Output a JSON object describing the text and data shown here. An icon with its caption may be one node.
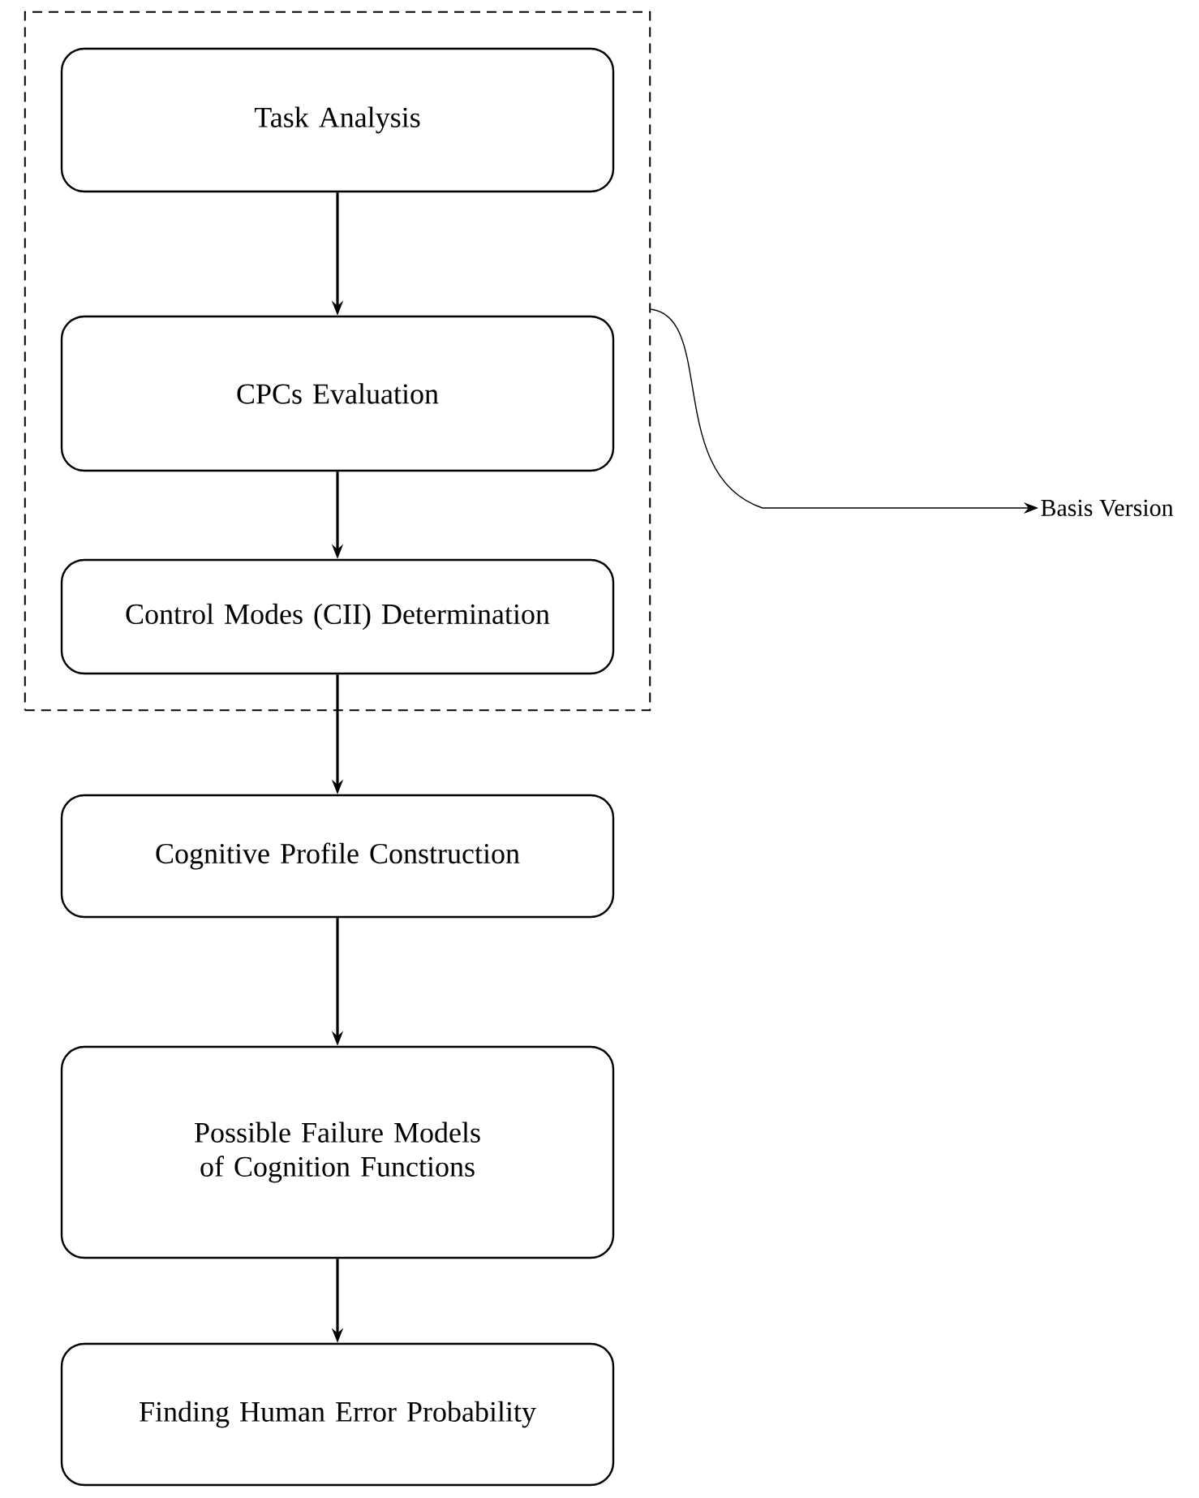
{
  "diagram": {
    "nodes": [
      {
        "text": [],
        "shape": "box"
      },
      {
        "text": [
          "Task Analysis"
        ],
        "in": 0
      },
      {
        "text": [
          "CPCs Evaluation"
        ],
        "in": 0
      },
      {
        "text": [
          "Control Modes (CII) Determination"
        ],
        "in": 0
      },
      {
        "text": [
          "Cognitive Profile Construction"
        ]
      },
      {
        "text": [
          "Possible Failure Models of Cognition Functions"
        ]
      },
      {
        "text": [
          "Finding Human Error Probability"
        ]
      },
      {
        "text": [
          "Basis Version"
        ]
      }
    ],
    "edges": [
      {
        "from": 1,
        "to": 2,
        "arrow": "to"
      },
      {
        "from": 2,
        "to": 3,
        "arrow": "to"
      },
      {
        "from": 3,
        "to": 4,
        "arrow": "to"
      },
      {
        "from": 4,
        "to": 5,
        "arrow": "to"
      },
      {
        "from": 5,
        "to": 6,
        "arrow": "to"
      },
      {
        "from": 0,
        "to": 7,
        "arrow": "to"
      }
    ]
  }
}
